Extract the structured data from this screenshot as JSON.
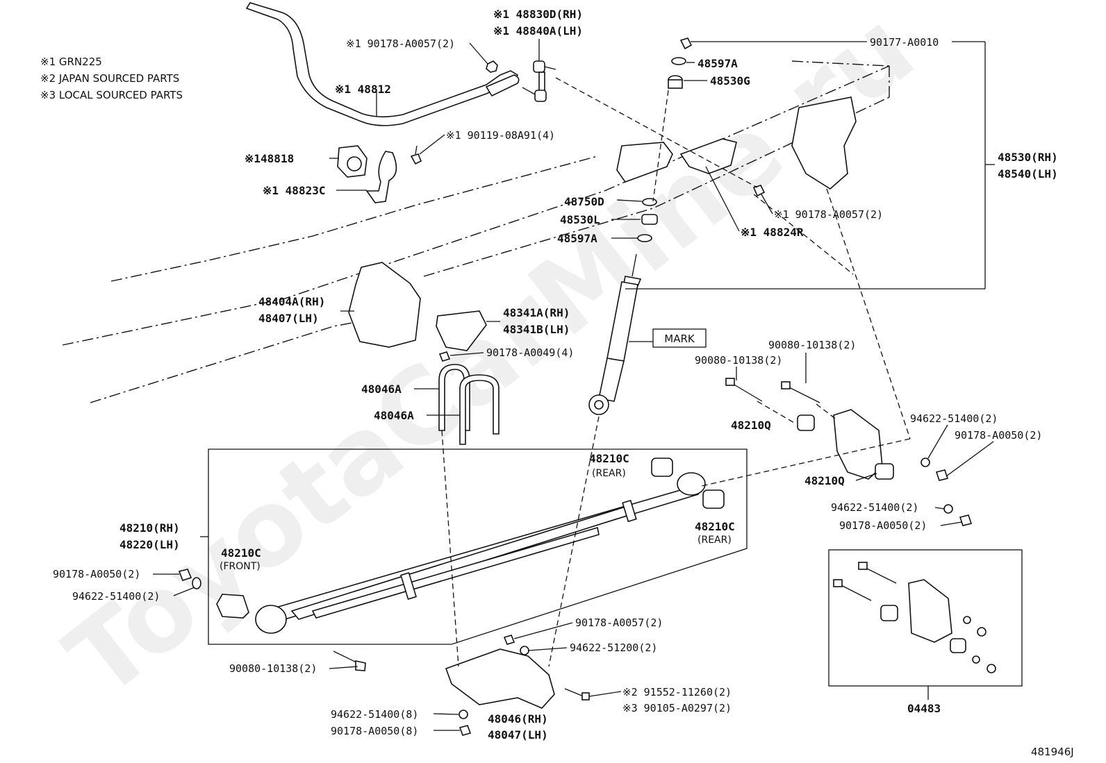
{
  "notes": [
    "※1 GRN225",
    "※2 JAPAN SOURCED PARTS",
    "※3 LOCAL SOURCED PARTS"
  ],
  "watermark": "ToyotaCarMine.ru",
  "diagram_id": "481946J",
  "mark_label": "MARK",
  "labels": {
    "l48830D": "※1 48830D(RH)",
    "l48840A": "※1 48840A(LH)",
    "l90178_0057_top": "※1 90178-A0057(2)",
    "l48812": "※1 48812",
    "l90119": "※1 90119-08A91(4)",
    "l48818": "※148818",
    "l48823C": "※1 48823C",
    "l90177": "90177-A0010",
    "l48597A_top": "48597A",
    "l48530G": "48530G",
    "l48530RH": "48530(RH)",
    "l48540LH": "48540(LH)",
    "l48750D": "48750D",
    "l48530L": "48530L",
    "l48597A_bot": "48597A",
    "l90178_0057_mid": "※1 90178-A0057(2)",
    "l48824R": "※1 48824R",
    "l48404A": "48404A(RH)",
    "l48407": "48407(LH)",
    "l48341A": "48341A(RH)",
    "l48341B": "48341B(LH)",
    "l90178_0049": "90178-A0049(4)",
    "l48046A_1": "48046A",
    "l48046A_2": "48046A",
    "l90080_a": "90080-10138(2)",
    "l90080_b": "90080-10138(2)",
    "l48210Q_1": "48210Q",
    "l94622_51400_r1": "94622-51400(2)",
    "l90178_0050_r1": "90178-A0050(2)",
    "l48210Q_2": "48210Q",
    "l94622_51400_r2": "94622-51400(2)",
    "l90178_0050_r2": "90178-A0050(2)",
    "l48210C_rear1": "48210C",
    "l48210C_rear1_sub": "(REAR)",
    "l48210C_rear2": "48210C",
    "l48210C_rear2_sub": "(REAR)",
    "l48210RH": "48210(RH)",
    "l48220LH": "48220(LH)",
    "l48210C_front": "48210C",
    "l48210C_front_sub": "(FRONT)",
    "l90178_0050_left": "90178-A0050(2)",
    "l94622_51400_left": "94622-51400(2)",
    "l90080_bottom": "90080-10138(2)",
    "l90178_0057_bot": "90178-A0057(2)",
    "l94622_51200": "94622-51200(2)",
    "l91552": "※2 91552-11260(2)",
    "l90105": "※3 90105-A0297(2)",
    "l94622_51400_bot": "94622-51400(8)",
    "l90178_0050_bot": "90178-A0050(8)",
    "l48046RH": "48046(RH)",
    "l48047LH": "48047(LH)",
    "l04483": "04483"
  }
}
